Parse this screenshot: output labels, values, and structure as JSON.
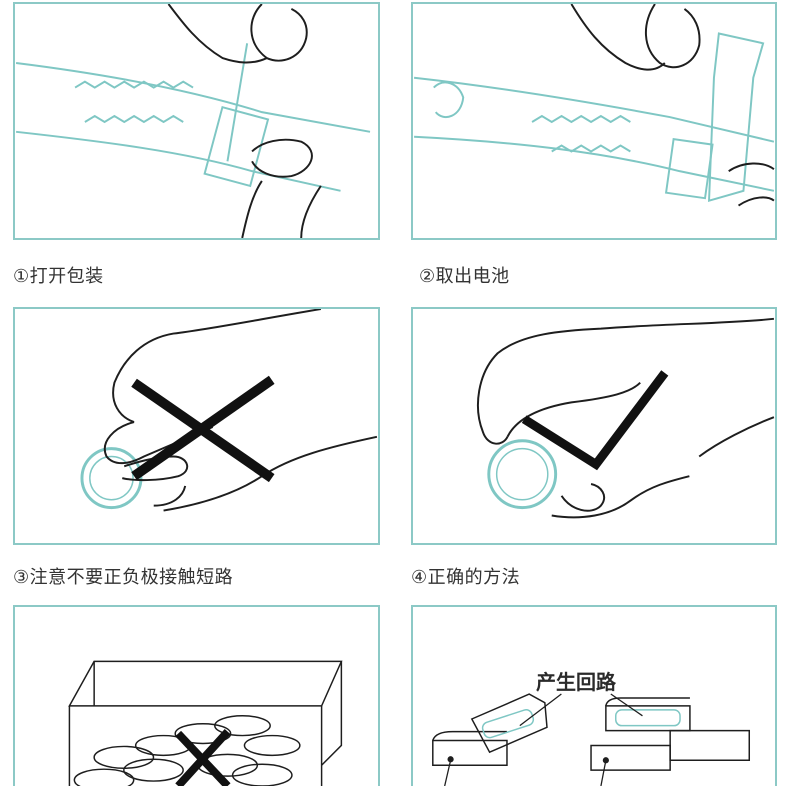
{
  "colors": {
    "frame": "#8cc9c6",
    "line": "#1e1e1e",
    "accent": "#7fc7c4",
    "cross": "#111111"
  },
  "steps": [
    {
      "caption": "①打开包装"
    },
    {
      "caption": "②取出电池"
    },
    {
      "caption": "③注意不要正负极接触短路"
    },
    {
      "caption": "④正确的方法"
    },
    {
      "caption": ""
    },
    {
      "caption": "",
      "label": "产生回路"
    }
  ]
}
